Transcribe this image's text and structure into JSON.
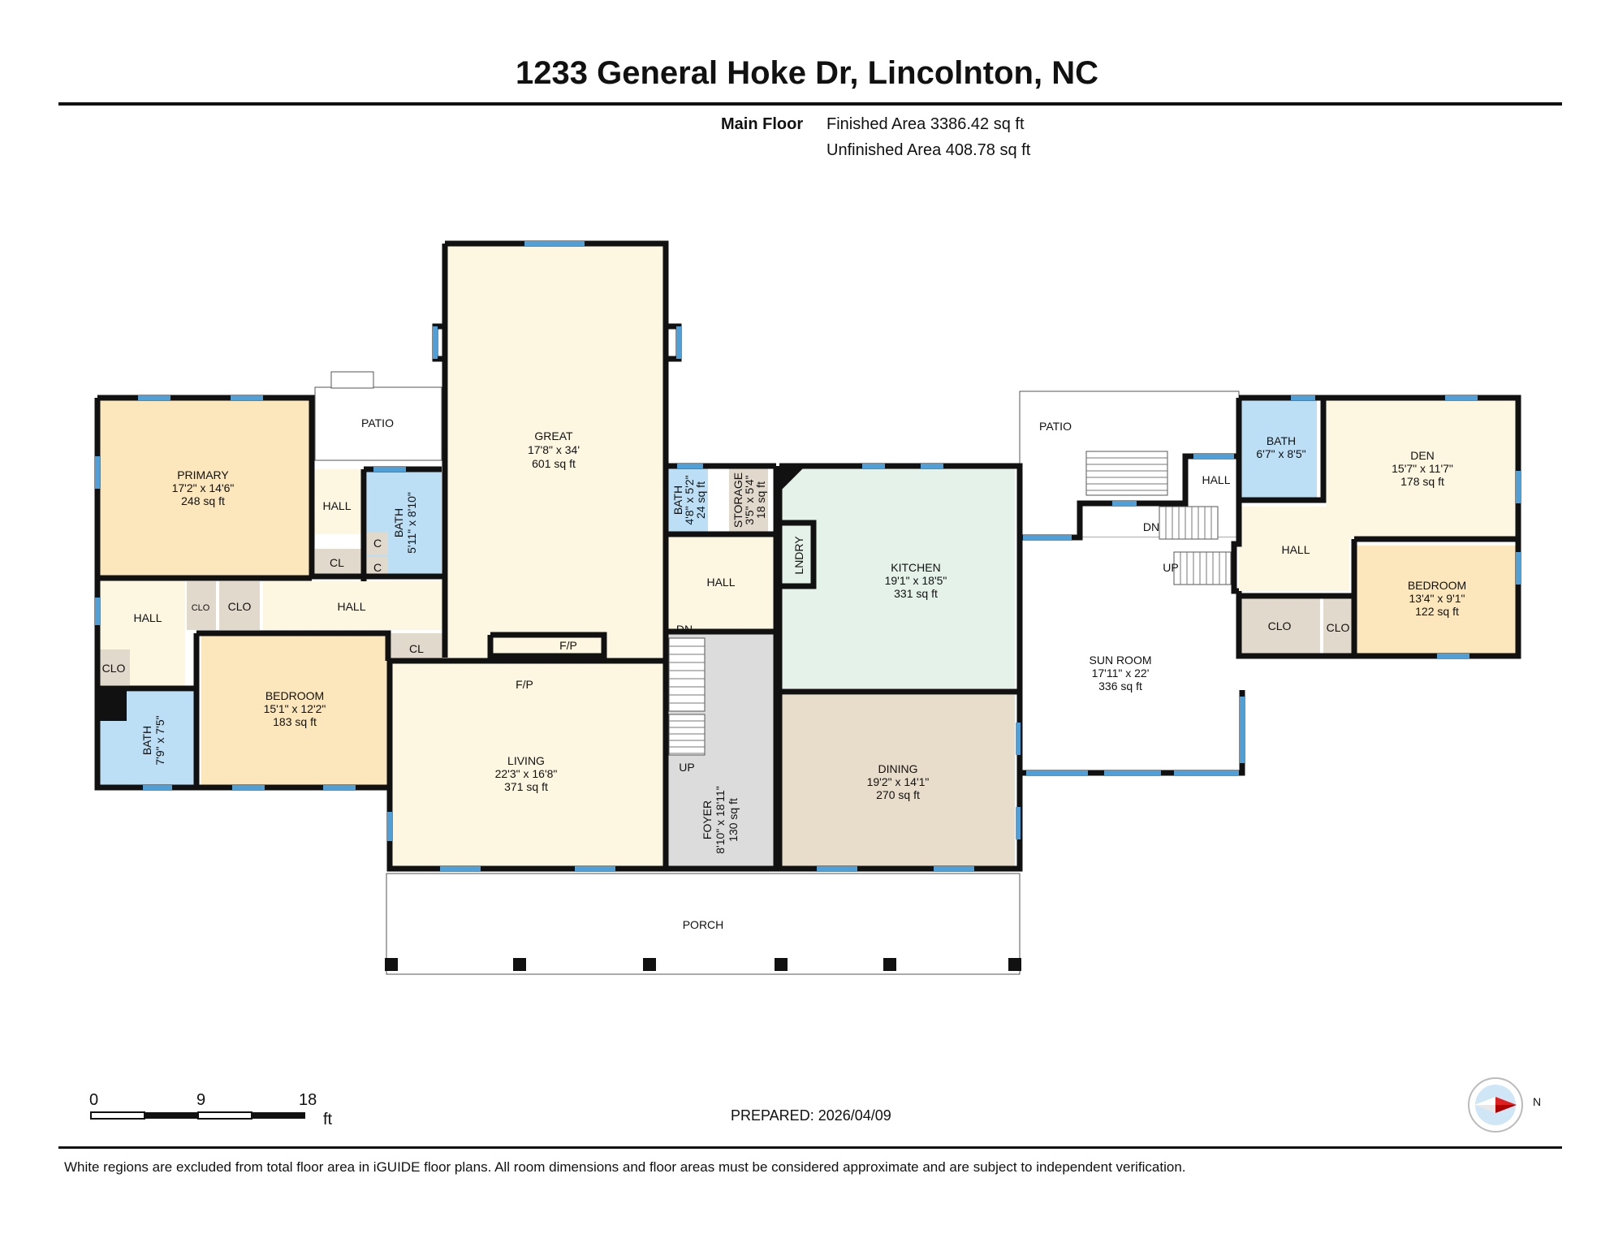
{
  "title": "1233 General Hoke Dr, Lincolnton, NC",
  "floor": {
    "name": "Main Floor",
    "finished": "Finished Area 3386.42 sq ft",
    "unfinished": "Unfinished Area 408.78 sq ft"
  },
  "rooms": {
    "great": {
      "name": "GREAT",
      "dim": "17'8\" x 34'",
      "area": "601 sq ft"
    },
    "primary": {
      "name": "PRIMARY",
      "dim": "17'2\" x 14'6\"",
      "area": "248 sq ft"
    },
    "patio_left": {
      "name": "PATIO"
    },
    "hall_primary": {
      "name": "HALL"
    },
    "bath_center": {
      "name": "BATH",
      "dim": "5'11\" x 8'10\""
    },
    "cl1": {
      "name": "CL"
    },
    "c1": {
      "name": "C"
    },
    "c2": {
      "name": "C"
    },
    "hall_left": {
      "name": "HALL"
    },
    "clo_small": {
      "name": "CLO"
    },
    "clo_left": {
      "name": "CLO"
    },
    "hall_mid": {
      "name": "HALL"
    },
    "cl2": {
      "name": "CL"
    },
    "clo_bath": {
      "name": "CLO"
    },
    "bath_left": {
      "name": "BATH",
      "dim": "7'9\" x 7'5\""
    },
    "bedroom_left": {
      "name": "BEDROOM",
      "dim": "15'1\" x 12'2\"",
      "area": "183 sq ft"
    },
    "fp1": {
      "name": "F/P"
    },
    "fp2": {
      "name": "F/P"
    },
    "living": {
      "name": "LIVING",
      "dim": "22'3\" x 16'8\"",
      "area": "371 sq ft"
    },
    "bath_small": {
      "name": "BATH",
      "dim": "4'8\" x 5'2\"",
      "area": "24 sq ft"
    },
    "storage": {
      "name": "STORAGE",
      "dim": "3'5\" x 5'4\"",
      "area": "18 sq ft"
    },
    "hall_center": {
      "name": "HALL"
    },
    "lndry": {
      "name": "LNDRY"
    },
    "kitchen": {
      "name": "KITCHEN",
      "dim": "19'1\" x 18'5\"",
      "area": "331 sq ft"
    },
    "foyer": {
      "name": "FOYER",
      "dim": "8'10\" x 18'11\"",
      "area": "130 sq ft"
    },
    "dining": {
      "name": "DINING",
      "dim": "19'2\" x 14'1\"",
      "area": "270 sq ft"
    },
    "porch": {
      "name": "PORCH"
    },
    "patio_right": {
      "name": "PATIO"
    },
    "hall_stair": {
      "name": "HALL"
    },
    "sunroom": {
      "name": "SUN ROOM",
      "dim": "17'11\" x 22'",
      "area": "336 sq ft"
    },
    "bath_right": {
      "name": "BATH",
      "dim": "6'7\" x 8'5\""
    },
    "den": {
      "name": "DEN",
      "dim": "15'7\" x 11'7\"",
      "area": "178 sq ft"
    },
    "hall_right": {
      "name": "HALL"
    },
    "bedroom_right": {
      "name": "BEDROOM",
      "dim": "13'4\" x 9'1\"",
      "area": "122 sq ft"
    },
    "clo_right1": {
      "name": "CLO"
    },
    "clo_right2": {
      "name": "CLO"
    }
  },
  "stairs": {
    "dn_left": "DN",
    "up_left": "UP",
    "dn_right": "DN",
    "up_right": "UP"
  },
  "scale": {
    "t0": "0",
    "t1": "9",
    "t2": "18",
    "unit": "ft"
  },
  "compass": {
    "dir": "N"
  },
  "prepared": "PREPARED: 2026/04/09",
  "disclaimer": "White regions are excluded from total floor area in iGUIDE floor plans. All room dimensions and floor areas must be considered approximate and are subject to independent verification.",
  "colors": {
    "wall": "#111111",
    "window": "#4f9fd8",
    "cream": "#fdf6e1",
    "beige": "#e8dccb",
    "peach": "#fbe7bb",
    "bath": "#bcdff5",
    "mint": "#e4f2ea",
    "closet": "#e2d9cd",
    "foyer": "#dcdcdc"
  }
}
